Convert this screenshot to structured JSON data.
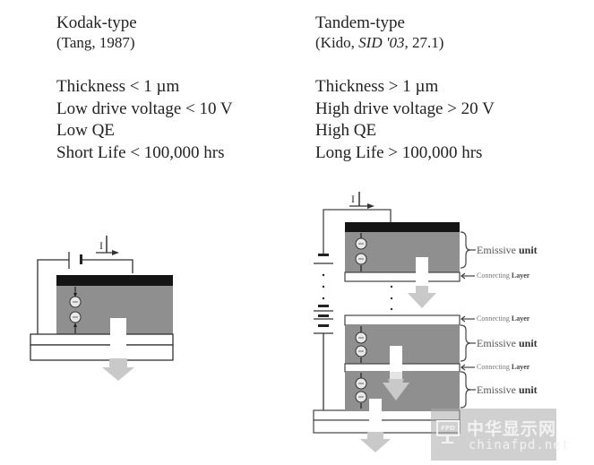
{
  "kodak": {
    "title": "Kodak-type",
    "citation": "(Tang, 1987)",
    "properties": [
      "Thickness < 1 µm",
      "Low drive voltage < 10 V",
      "Low QE",
      "Short Life < 100,000 hrs"
    ],
    "diagram": {
      "current_label": "I"
    }
  },
  "tandem": {
    "title": "Tandem-type",
    "citation_prefix": "(Kido, ",
    "citation_journal": "SID '03",
    "citation_suffix": ", 27.1)",
    "properties": [
      "Thickness > 1 µm",
      "High drive voltage > 20 V",
      "High QE",
      "Long Life > 100,000 hrs"
    ],
    "diagram": {
      "current_label": "I",
      "labels": {
        "emissive_unit_1_a": "Emissive ",
        "emissive_unit_1_b": "unit",
        "connecting_layer_1_a": "Connecting ",
        "connecting_layer_1_b": "Layer",
        "connecting_layer_2_a": "Connecting ",
        "connecting_layer_2_b": "Layer",
        "emissive_unit_2_a": "Emissive ",
        "emissive_unit_2_b": "unit",
        "connecting_layer_3_a": "Connecting ",
        "connecting_layer_3_b": "Layer",
        "emissive_unit_3_a": "Emissive ",
        "emissive_unit_3_b": "unit"
      }
    }
  },
  "colors": {
    "organic_layer": "#8f8f8f",
    "cathode": "#141414",
    "light_arrow": "#c9c9c9",
    "line": "#333333"
  },
  "watermark": {
    "logo_text": "FPD",
    "chinese": "中华显示网",
    "domain": "chinafpd.net"
  }
}
